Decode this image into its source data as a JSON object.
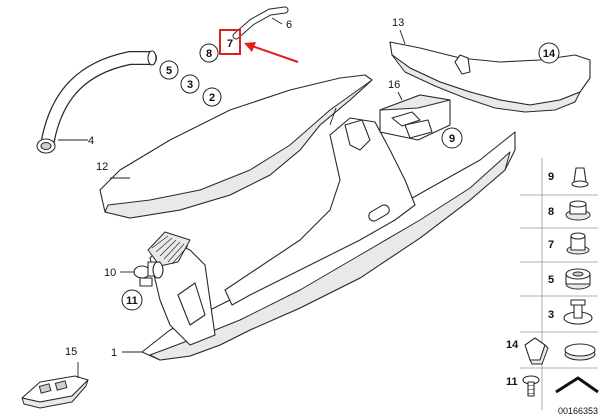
{
  "callouts": {
    "c1": "1",
    "c2": "2",
    "c3": "3",
    "c4": "4",
    "c5": "5",
    "c6": "6",
    "c7": "7",
    "c8": "8",
    "c9": "9",
    "c10": "10",
    "c11": "11",
    "c12": "12",
    "c13": "13",
    "c14": "14",
    "c15": "15",
    "c16": "16"
  },
  "legend": {
    "n9": "9",
    "n8": "8",
    "n7": "7",
    "n5": "5",
    "n3": "3",
    "n14": "14",
    "n11": "11"
  },
  "diagram_id": "00166353",
  "colors": {
    "highlight": "#e02020",
    "line": "#2a2a2a"
  }
}
